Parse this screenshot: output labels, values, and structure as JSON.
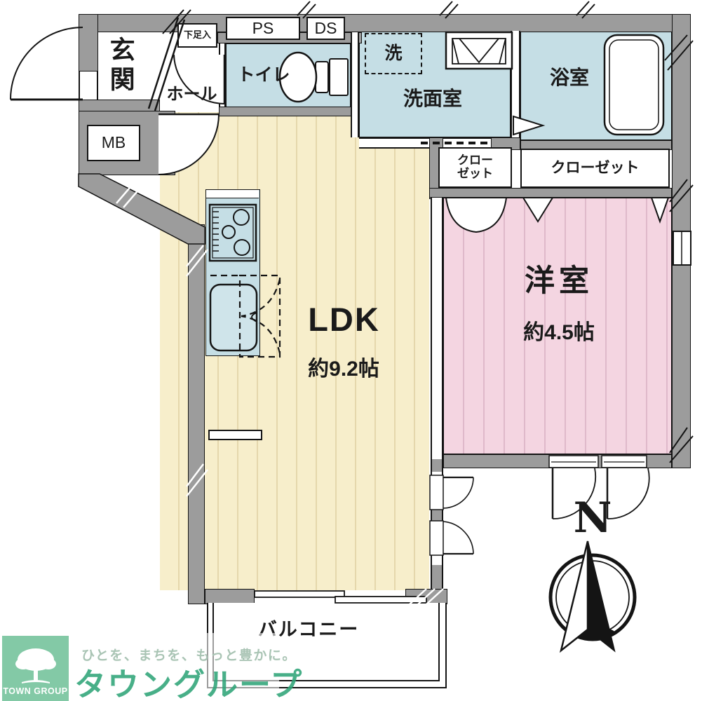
{
  "rooms": {
    "entrance": {
      "label": "玄関"
    },
    "hall": {
      "label": "ホール"
    },
    "shoe_box": {
      "label": "下足入"
    },
    "ps": {
      "label": "PS"
    },
    "ds": {
      "label": "DS"
    },
    "toilet": {
      "label": "トイレ"
    },
    "washer": {
      "label": "洗"
    },
    "washroom": {
      "label": "洗面室"
    },
    "bathroom": {
      "label": "浴室"
    },
    "meter_box": {
      "label": "MB"
    },
    "closet_small": {
      "line1": "クロー",
      "line2": "ゼット"
    },
    "closet_large": {
      "label": "クローゼット"
    },
    "ldk": {
      "label": "LDK",
      "size": "約9.2帖"
    },
    "bedroom": {
      "label": "洋室",
      "size": "約4.5帖"
    },
    "balcony": {
      "label": "バルコニー"
    }
  },
  "compass": {
    "north_label": "N"
  },
  "branding": {
    "logo_text": "TOWN GROUP",
    "tagline": "ひとを、まちを、もっと豊かに。",
    "brand_name": "タウングループ"
  },
  "colors": {
    "wall_gray": "#9c9c9c",
    "water_blue": "#c5dee5",
    "ldk_cream": "#f7eecb",
    "bedroom_pink": "#f4d5e1",
    "brand_green": "#2fa578",
    "logo_green": "#7cc6a1"
  }
}
